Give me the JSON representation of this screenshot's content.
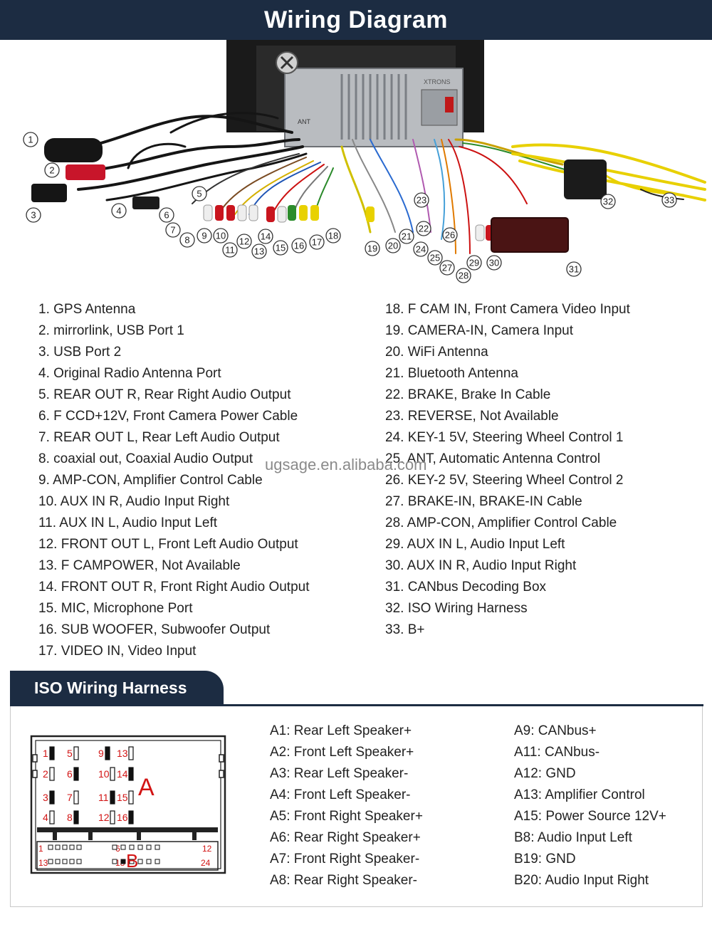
{
  "header": {
    "title": "Wiring Diagram"
  },
  "photo": {
    "callouts": [
      "1",
      "2",
      "3",
      "4",
      "5",
      "6",
      "7",
      "8",
      "9",
      "10",
      "11",
      "12",
      "13",
      "14",
      "15",
      "16",
      "17",
      "18",
      "19",
      "20",
      "21",
      "22",
      "23",
      "24",
      "25",
      "26",
      "27",
      "28",
      "29",
      "30",
      "31",
      "32",
      "33"
    ],
    "labels": {
      "ant_block": "ANT",
      "stereo_brand": "XTRONS"
    }
  },
  "legend": {
    "left": [
      "1. GPS Antenna",
      "2. mirrorlink, USB Port 1",
      "3. USB Port 2",
      "4. Original Radio Antenna Port",
      "5. REAR OUT R, Rear Right Audio Output",
      "6. F CCD+12V, Front Camera Power Cable",
      "7. REAR OUT L, Rear Left Audio Output",
      "8. coaxial out, Coaxial Audio Output",
      "9. AMP-CON, Amplifier Control Cable",
      "10. AUX IN R, Audio Input Right",
      "11. AUX IN L, Audio Input Left",
      "12. FRONT OUT L, Front Left Audio Output",
      "13. F CAMPOWER, Not Available",
      "14. FRONT OUT R, Front Right Audio Output",
      "15. MIC, Microphone Port",
      "16. SUB WOOFER, Subwoofer Output",
      "17. VIDEO IN, Video Input"
    ],
    "right": [
      "18. F CAM IN, Front Camera Video Input",
      "19. CAMERA-IN, Camera Input",
      "20. WiFi Antenna",
      "21. Bluetooth Antenna",
      "22. BRAKE, Brake In Cable",
      "23. REVERSE, Not Available",
      "24. KEY-1 5V, Steering Wheel Control 1",
      "25. ANT, Automatic Antenna Control",
      "26. KEY-2 5V, Steering Wheel Control 2",
      "27. BRAKE-IN, BRAKE-IN Cable",
      "28. AMP-CON, Amplifier Control Cable",
      "29. AUX IN L, Audio Input Left",
      "30. AUX IN R, Audio Input Right",
      "31. CANbus Decoding Box",
      "32. ISO Wiring Harness",
      "33. B+"
    ]
  },
  "watermark": "ugsage.en.alibaba.com",
  "iso": {
    "title": "ISO Wiring Harness",
    "connector": {
      "block_a_label": "A",
      "block_b_label": "B",
      "a_pins": [
        "1",
        "2",
        "3",
        "4",
        "5",
        "6",
        "7",
        "8",
        "9",
        "10",
        "11",
        "12",
        "13",
        "14",
        "15",
        "16"
      ],
      "b_pins": [
        "1",
        "6",
        "12",
        "13",
        "18",
        "24"
      ]
    },
    "pins_col1": [
      "A1: Rear Left Speaker+",
      "A2: Front Left Speaker+",
      "A3: Rear Left Speaker-",
      "A4: Front Left Speaker-",
      "A5: Front Right Speaker+",
      "A6: Rear Right Speaker+",
      "A7: Front Right Speaker-",
      "A8: Rear Right Speaker-"
    ],
    "pins_col2": [
      "A9: CANbus+",
      "A11: CANbus-",
      "A12: GND",
      "A13: Amplifier Control",
      "A15: Power Source 12V+",
      "B8: Audio Input Left",
      "B19: GND",
      "B20: Audio Input Right"
    ]
  },
  "colors": {
    "header_bg": "#1c2c42",
    "callout_stroke": "#333333",
    "connector_label": "#d21414",
    "text": "#222222"
  }
}
